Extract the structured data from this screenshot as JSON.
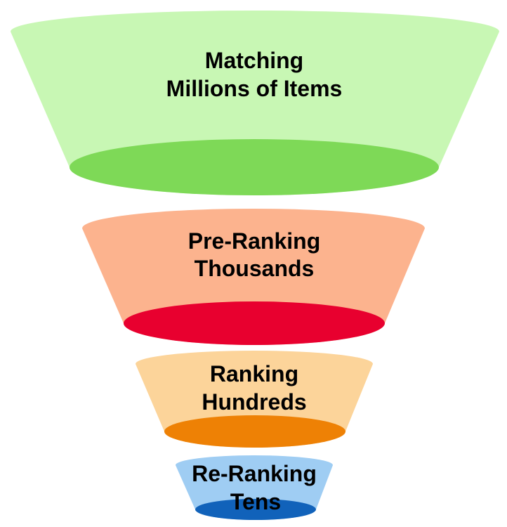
{
  "stages": [
    {
      "line1": "Matching",
      "line2": "Millions of Items",
      "body_color": "#c8f7b4",
      "ellipse_color": "#7ed957"
    },
    {
      "line1": "Pre-Ranking",
      "line2": "Thousands",
      "body_color": "#fcb38e",
      "ellipse_color": "#e8002f"
    },
    {
      "line1": "Ranking",
      "line2": "Hundreds",
      "body_color": "#fcd49a",
      "ellipse_color": "#ee8105"
    },
    {
      "line1": "Re-Ranking",
      "line2": "Tens",
      "body_color": "#9fcdf3",
      "ellipse_color": "#1162ba"
    }
  ]
}
